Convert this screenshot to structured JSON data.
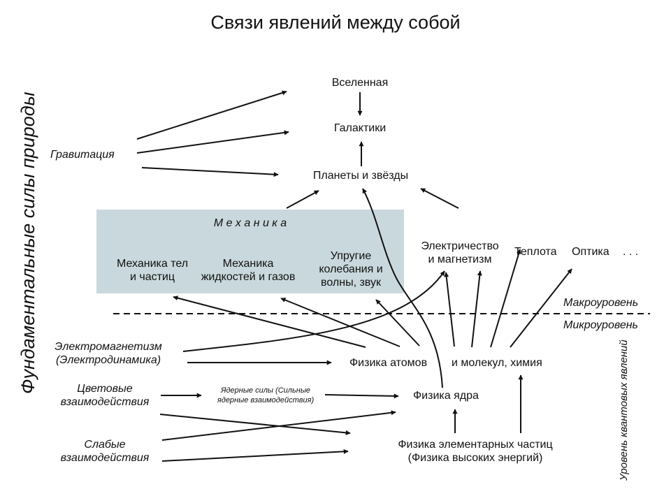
{
  "title": "Связи явлений между собой",
  "side_label": "Фундаментальные силы природы",
  "quantum_label": "Уровень квантовых явлений",
  "forces": {
    "gravitation": "Гравитация",
    "electromagnetism": "Электромагнетизм",
    "electrodynamics": "(Электродинамика)",
    "color_1": "Цветовые",
    "color_2": "взаимодействия",
    "weak_1": "Слабые",
    "weak_2": "взаимодействия",
    "nuclear_1": "Ядерные силы (Сильные",
    "nuclear_2": "ядерные взаимодействия)"
  },
  "cosmos": {
    "universe": "Вселенная",
    "galaxies": "Галактики",
    "planets": "Планеты и звёзды"
  },
  "mechanics": {
    "header": "М е х а н и к а",
    "bodies_1": "Механика тел",
    "bodies_2": "и частиц",
    "fluids_1": "Механика",
    "fluids_2": "жидкостей и газов",
    "elastic_1": "Упругие",
    "elastic_2": "колебания и",
    "elastic_3": "волны, звук"
  },
  "macro": {
    "electricity_1": "Электричество",
    "electricity_2": "и магнетизм",
    "heat": "Теплота",
    "optics": "Оптика",
    "ellipsis": ". . ."
  },
  "levels": {
    "macro": "Макроуровень",
    "micro": "Микроуровень"
  },
  "micro": {
    "atoms": "Физика атомов",
    "molecules": "и молекул, химия",
    "nucleus": "Физика ядра",
    "elementary_1": "Физика элементарных частиц",
    "elementary_2": "(Физика высоких энергий)"
  }
}
